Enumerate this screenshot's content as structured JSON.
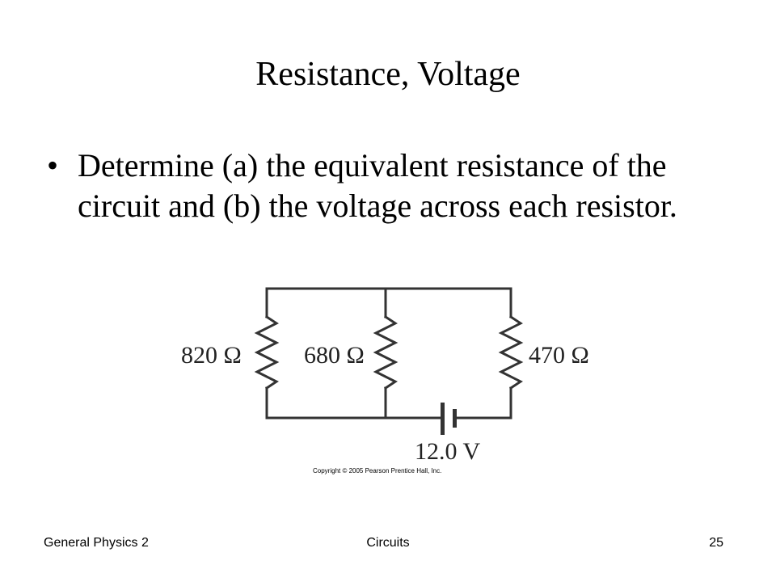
{
  "slide": {
    "title": "Resistance, Voltage",
    "bullets": [
      {
        "marker": "•",
        "text": "Determine (a) the equivalent resistance of the circuit and (b) the voltage across each resistor."
      }
    ]
  },
  "circuit": {
    "resistors": [
      {
        "label": "820 Ω"
      },
      {
        "label": "680 Ω"
      },
      {
        "label": "470 Ω"
      }
    ],
    "battery_label": "12.0 V",
    "copyright": "Copyright © 2005 Pearson Prentice Hall, Inc."
  },
  "footer": {
    "left": "General Physics 2",
    "center": "Circuits",
    "right": "25"
  }
}
